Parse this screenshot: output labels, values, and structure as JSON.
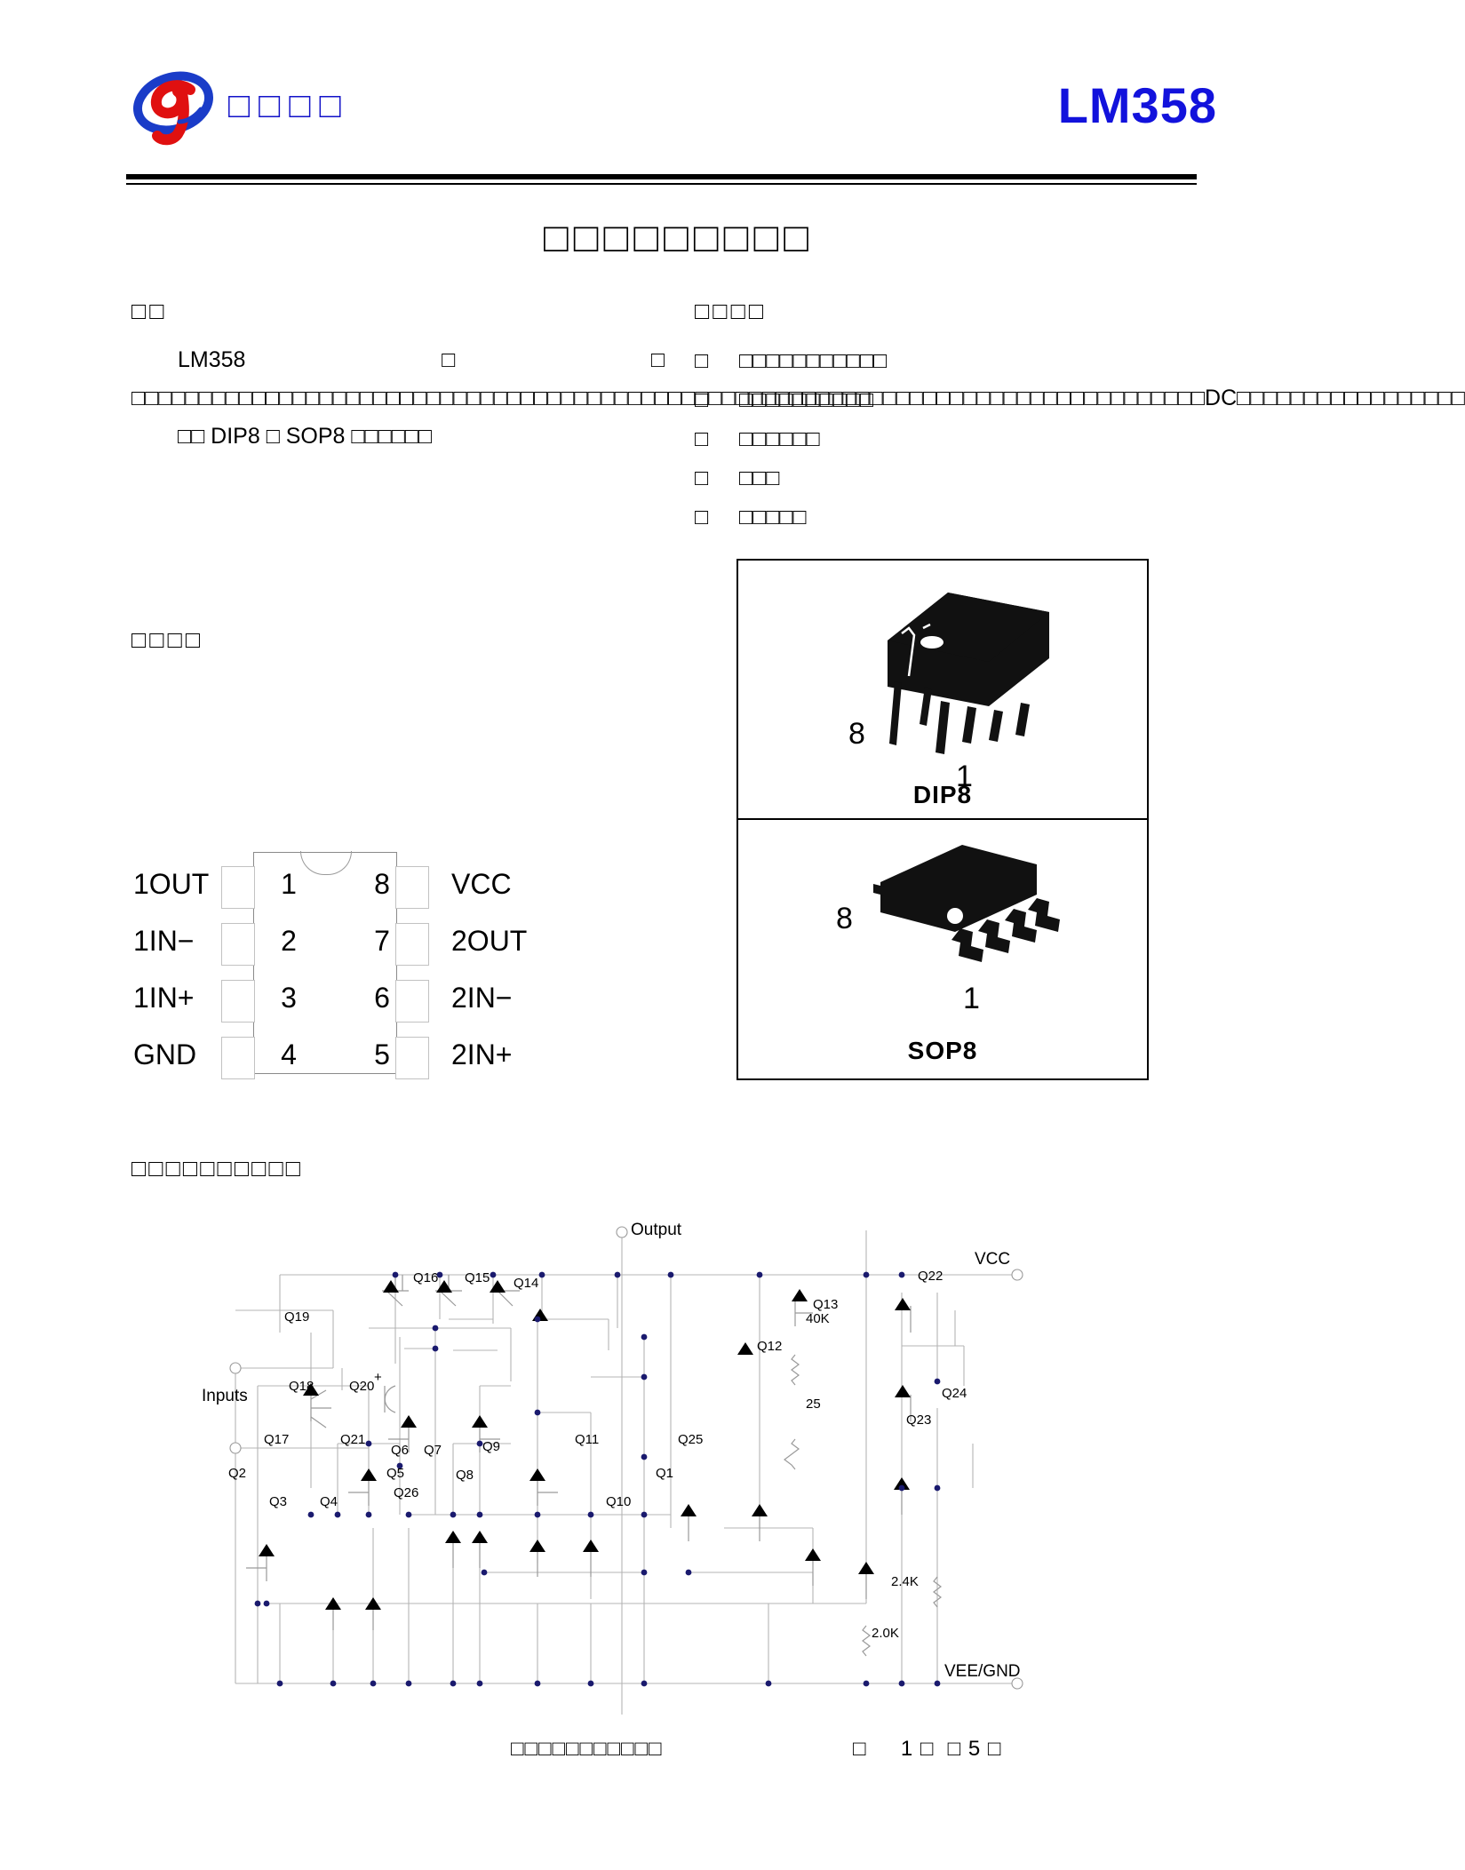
{
  "header": {
    "company_name": "□□□□",
    "part_number": "LM358",
    "logo_icon": "company-g-logo-icon",
    "brand_blue": "#1212c8",
    "title_blue": "#1212dc"
  },
  "document": {
    "title": "□□□□□□□□□"
  },
  "overview": {
    "heading": "□□",
    "paragraphs": [
      "LM358 □□ □□□□□□□□□□□□□□□□□□□□□□□□□□□□□□□□□□□□□□□□□□□□□□□□□□□□□□□□□□□□□□□□□□□□□□□□□□□□□□□□□□□□□□□DC□□□□□□□□□□□□□□□□□□",
      "□□ DIP8 □ SOP8 □□□□□□"
    ],
    "para1_prefix": "LM358",
    "para1_body": "□□ □□□□□□□□□□□□□□□□□□□□□□□□□□□□□□□□□□□□□□□□□□□□□□□□□□□□□□□□□□□□□□□□□□□□□□□□□□□□□□□□",
    "para1_dc": "DC",
    "para1_tail": "□□□□□□□□□□□□□□□□□",
    "para2_prefix": "□□ ",
    "para2_dip": "DIP8",
    "para2_mid": " □ ",
    "para2_sop": "SOP8",
    "para2_tail": " □□□□□□"
  },
  "features": {
    "heading": "□□□□",
    "bullet_glyph": "□",
    "items": [
      "□□□□□□□□□□□",
      "□□□□□□□□□□",
      "□□□□□□",
      "□□□",
      "□□□□□"
    ]
  },
  "pin_config": {
    "heading": "□□□□",
    "left_pins": [
      {
        "num": "1",
        "label": "1OUT"
      },
      {
        "num": "2",
        "label": "1IN−"
      },
      {
        "num": "3",
        "label": "1IN+"
      },
      {
        "num": "4",
        "label": "GND"
      }
    ],
    "right_pins": [
      {
        "num": "8",
        "label": "VCC"
      },
      {
        "num": "7",
        "label": "2OUT"
      },
      {
        "num": "6",
        "label": "2IN−"
      },
      {
        "num": "5",
        "label": "2IN+"
      }
    ]
  },
  "packages": [
    {
      "name": "DIP8",
      "icon": "dip8-package-icon",
      "pin_high": "8",
      "pin_low": "1"
    },
    {
      "name": "SOP8",
      "icon": "sop8-package-icon",
      "pin_high": "8",
      "pin_low": "1"
    }
  ],
  "schematic": {
    "heading": "□□□□□□□□□□",
    "terminals": {
      "output": "Output",
      "vcc": "VCC",
      "vee_gnd": "VEE/GND",
      "inputs": "Inputs"
    },
    "transistors": [
      "Q16",
      "Q15",
      "Q14",
      "Q13",
      "Q12",
      "Q22",
      "Q24",
      "Q23",
      "Q19",
      "Q18",
      "Q20",
      "Q17",
      "Q21",
      "Q25",
      "Q2",
      "Q3",
      "Q4",
      "Q5",
      "Q26",
      "Q6",
      "Q7",
      "Q8",
      "Q9",
      "Q11",
      "Q1",
      "Q10"
    ],
    "resistors": [
      {
        "label": "40K"
      },
      {
        "label": "25"
      },
      {
        "label": "2.4K"
      },
      {
        "label": "2.0K"
      }
    ]
  },
  "footer": {
    "company": "□□□□□□□□□□□",
    "page_text": "□     1 □  □ 5 □"
  }
}
